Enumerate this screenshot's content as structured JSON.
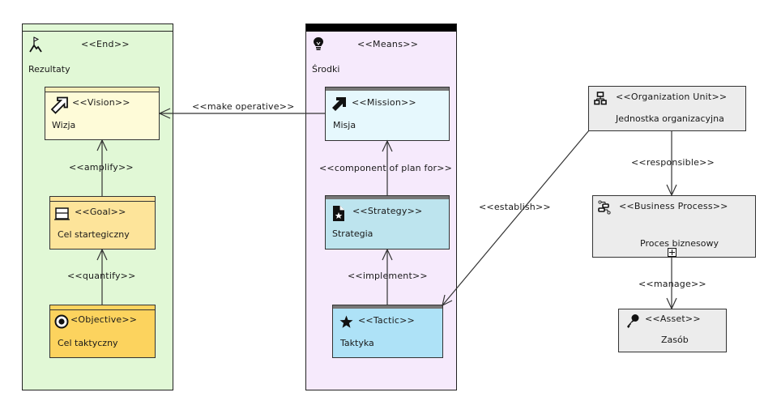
{
  "containers": {
    "ends": {
      "stereotype": "<<End>>",
      "name": "Rezultaty",
      "icon": "end-flag-mountain-icon",
      "fill": "#e1f8d6"
    },
    "means": {
      "stereotype": "<<Means>>",
      "name": "Środki",
      "icon": "lightbulb-icon",
      "fill": "#f6eafc"
    }
  },
  "elements": {
    "vision": {
      "stereotype": "<<Vision>>",
      "name": "Wizja",
      "icon": "vision-arrow-icon",
      "fill": "#fefbd8"
    },
    "goal": {
      "stereotype": "<<Goal>>",
      "name": "Cel startegiczny",
      "icon": "goal-icon",
      "fill": "#fde49a"
    },
    "objective": {
      "stereotype": "<Objective>>",
      "name": "Cel taktyczny",
      "icon": "objective-target-icon",
      "fill": "#fcd35e"
    },
    "mission": {
      "stereotype": "<<Mission>>",
      "name": "Misja",
      "icon": "mission-arrow-icon",
      "fill": "#e6f8fd"
    },
    "strategy": {
      "stereotype": "<<Strategy>>",
      "name": "Strategia",
      "icon": "strategy-document-star-icon",
      "fill": "#bde4ee"
    },
    "tactic": {
      "stereotype": "<<Tactic>>",
      "name": "Taktyka",
      "icon": "tactic-star-icon",
      "fill": "#aee2f7"
    },
    "org_unit": {
      "stereotype": "<<Organization Unit>>",
      "name": "Jednostka organizacyjna",
      "icon": "organization-unit-icon",
      "fill": "#ececec"
    },
    "business_process": {
      "stereotype": "<<Business Process>>",
      "name": "Proces biznesowy",
      "icon": "business-process-icon",
      "expand_icon": "expand-plus-icon",
      "fill": "#ececec"
    },
    "asset": {
      "stereotype": "<<Asset>>",
      "name": "Zasób",
      "icon": "asset-key-icon",
      "fill": "#ececec"
    }
  },
  "relations": {
    "make_operative": "<<make operative>>",
    "amplify": "<<amplify>>",
    "quantify": "<<quantify>>",
    "component_of_plan_for": "<<component of plan for>>",
    "implement": "<<implement>>",
    "establish": "<<establish>>",
    "responsible": "<<responsible>>",
    "manage": "<<manage>>"
  }
}
